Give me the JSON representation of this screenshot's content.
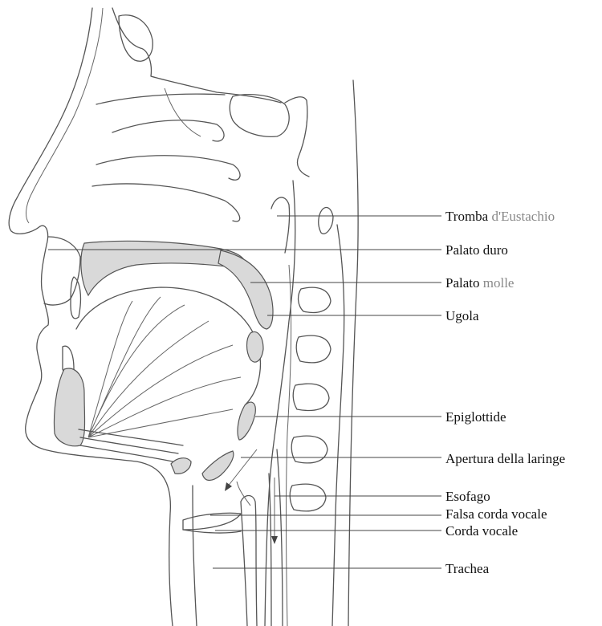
{
  "labels": {
    "tromba_a": "Tromba",
    "tromba_b": "d'Eustachio",
    "palato_duro": "Palato duro",
    "palato_molle_a": "Palato",
    "palato_molle_b": "molle",
    "ugola": "Ugola",
    "epiglottide": "Epiglottide",
    "apertura_a": "Apertura",
    "apertura_b": "della",
    "apertura_c": "laringe",
    "esofago": "Esofago",
    "falsa_corda": "Falsa corda vocale",
    "corda_vocale": "Corda vocale",
    "trachea": "Trachea"
  },
  "colors": {
    "line": "#555555",
    "fill": "#d9d9d9",
    "label_grey": "#888888"
  }
}
